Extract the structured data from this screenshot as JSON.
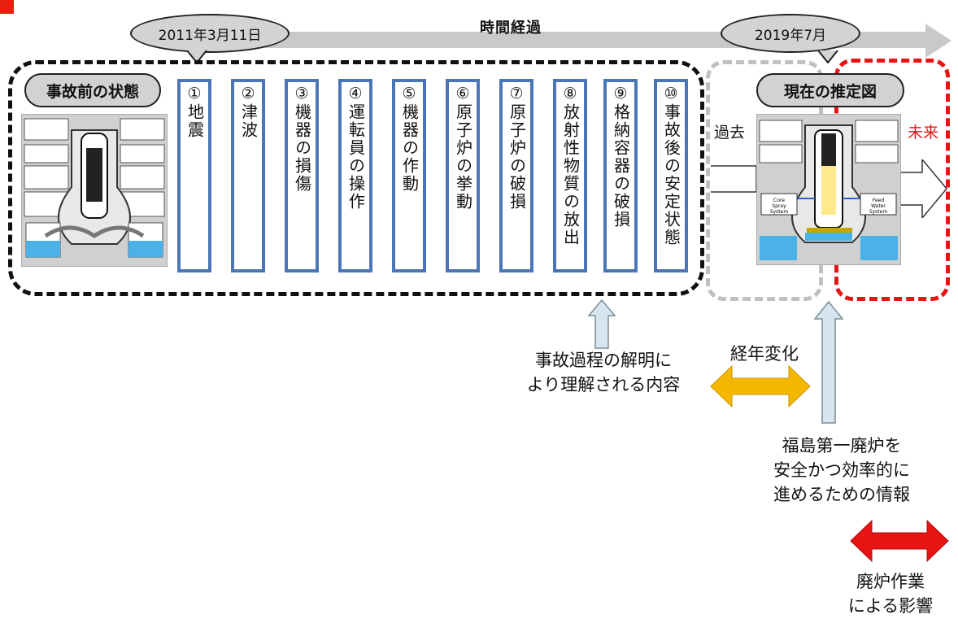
{
  "timeline": {
    "label": "時間経過",
    "start_date": "2011年3月11日",
    "now_date": "2019年7月"
  },
  "before": {
    "title": "事故前の状態"
  },
  "events": [
    {
      "num": "①",
      "text": "地震"
    },
    {
      "num": "②",
      "text": "津波"
    },
    {
      "num": "③",
      "text": "機器の損傷"
    },
    {
      "num": "④",
      "text": "運転員の操作"
    },
    {
      "num": "⑤",
      "text": "機器の作動"
    },
    {
      "num": "⑥",
      "text": "原子炉の挙動"
    },
    {
      "num": "⑦",
      "text": "原子炉の破損"
    },
    {
      "num": "⑧",
      "text": "放射性物質の放出"
    },
    {
      "num": "⑨",
      "text": "格納容器の破損"
    },
    {
      "num": "⑩",
      "text": "事故後の安定状態"
    }
  ],
  "now": {
    "title": "現在の推定図",
    "past_label": "過去",
    "future_label": "未来",
    "core_spray_label": "Core Spray System",
    "feed_water_label": "Feed Water System"
  },
  "captions": {
    "understanding_line1": "事故過程の解明に",
    "understanding_line2": "より理解される内容",
    "aging": "経年変化",
    "info_line1": "福島第一廃炉を",
    "info_line2": "安全かつ効率的に",
    "info_line3": "進めるための情報",
    "impact_line1": "廃炉作業",
    "impact_line2": "による影響"
  },
  "colors": {
    "event_border": "#4a76b8",
    "future_red": "#e81313",
    "aging_arrow": "#f5b800",
    "impact_arrow": "#e81313",
    "light_arrow": "#d7e6ee"
  }
}
